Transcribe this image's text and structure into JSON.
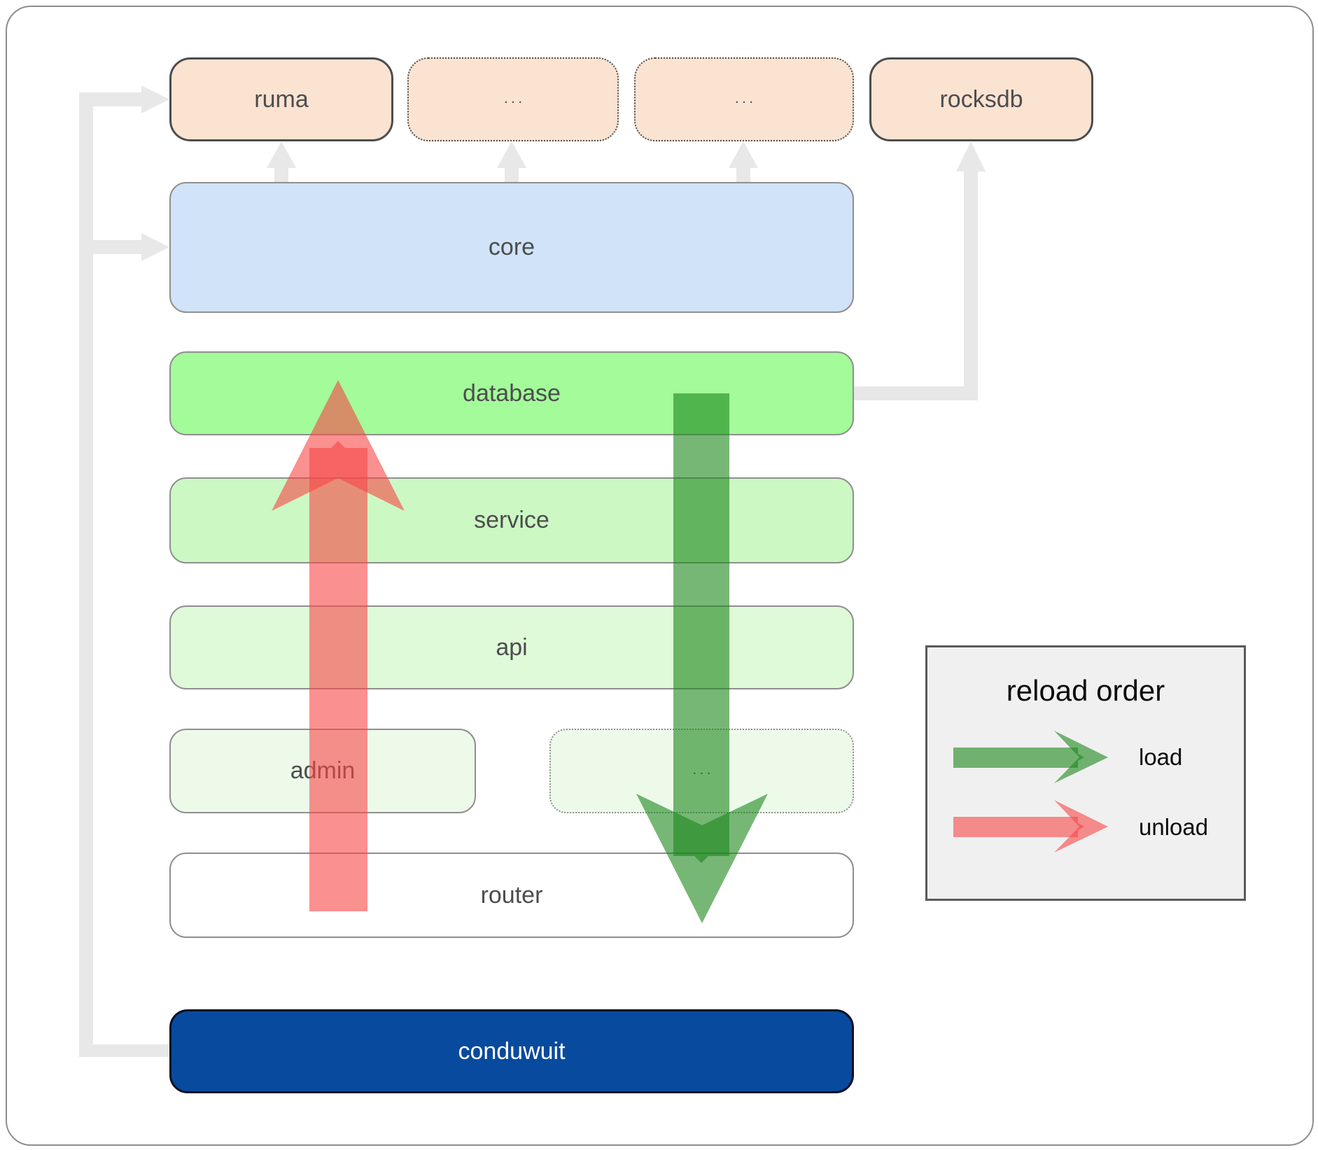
{
  "nodes": {
    "ruma": {
      "label": "ruma"
    },
    "ellipsis_top_1": {
      "label": "..."
    },
    "ellipsis_top_2": {
      "label": "..."
    },
    "rocksdb": {
      "label": "rocksdb"
    },
    "core": {
      "label": "core"
    },
    "database": {
      "label": "database"
    },
    "service": {
      "label": "service"
    },
    "api": {
      "label": "api"
    },
    "admin": {
      "label": "admin"
    },
    "ellipsis_admin": {
      "label": "..."
    },
    "router": {
      "label": "router"
    },
    "conduwuit": {
      "label": "conduwuit"
    }
  },
  "legend": {
    "title": "reload order",
    "items": [
      {
        "label": "load",
        "color": "#1a871a"
      },
      {
        "label": "unload",
        "color": "#f64646"
      }
    ]
  },
  "colors": {
    "peach": "#fbe3d2",
    "core_blue": "#d0e3f8",
    "database_green": "#a3fb9a",
    "service_green": "#ccf8c4",
    "api_green": "#defad8",
    "admin_green": "#edfaea",
    "router_white": "#ffffff",
    "conduwuit_blue": "#084a9d",
    "connector_gray": "#e8e8e8",
    "load_arrow": "#1a871a",
    "unload_arrow": "#f64646"
  }
}
